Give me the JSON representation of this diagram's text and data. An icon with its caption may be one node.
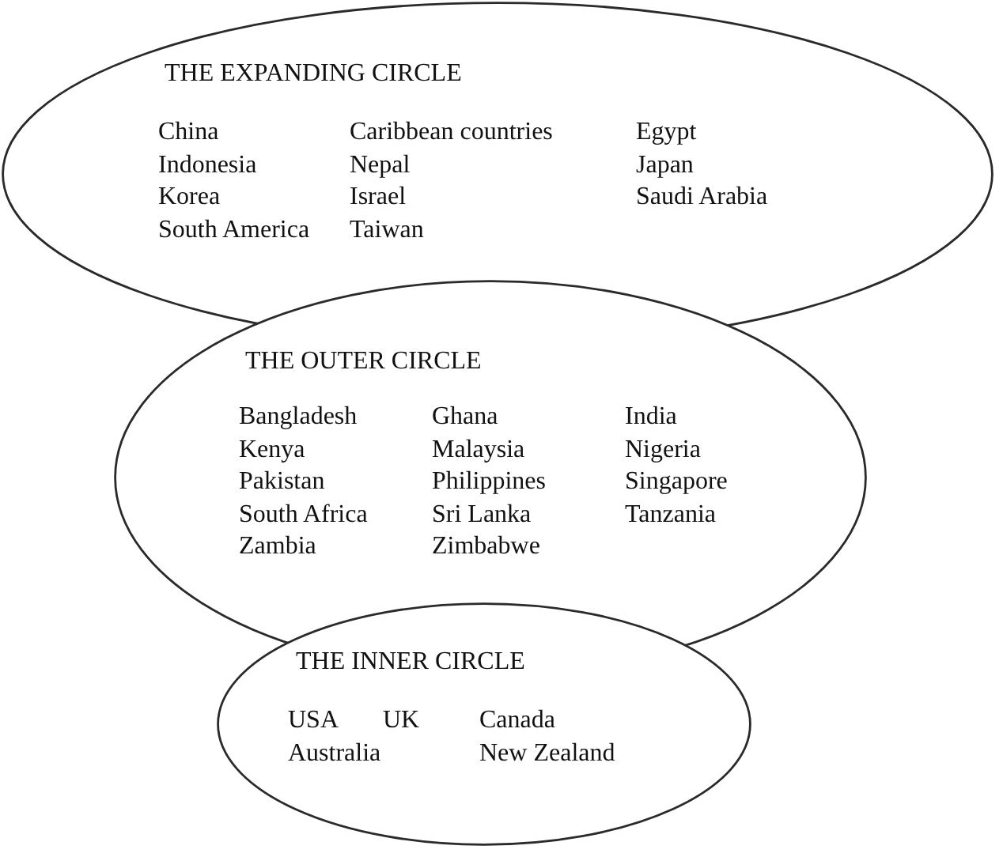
{
  "diagram": {
    "nodes": [
      {
        "text": [
          "THE EXPANDING CIRCLE",
          "China",
          "Caribbean countries",
          "Egypt",
          "Indonesia",
          "Nepal",
          "Japan",
          "Korea",
          "Israel",
          "Saudi Arabia",
          "South America",
          "Taiwan"
        ]
      },
      {
        "text": [
          "THE OUTER CIRCLE",
          "Bangladesh",
          "Ghana",
          "India",
          "Kenya",
          "Malaysia",
          "Nigeria",
          "Pakistan",
          "Philippines",
          "Singapore",
          "South Africa",
          "Sri Lanka",
          "Tanzania",
          "Zambia",
          "Zimbabwe"
        ]
      },
      {
        "text": [
          "THE INNER CIRCLE",
          "USA",
          "UK",
          "Canada",
          "Australia",
          "New Zealand"
        ]
      }
    ]
  }
}
